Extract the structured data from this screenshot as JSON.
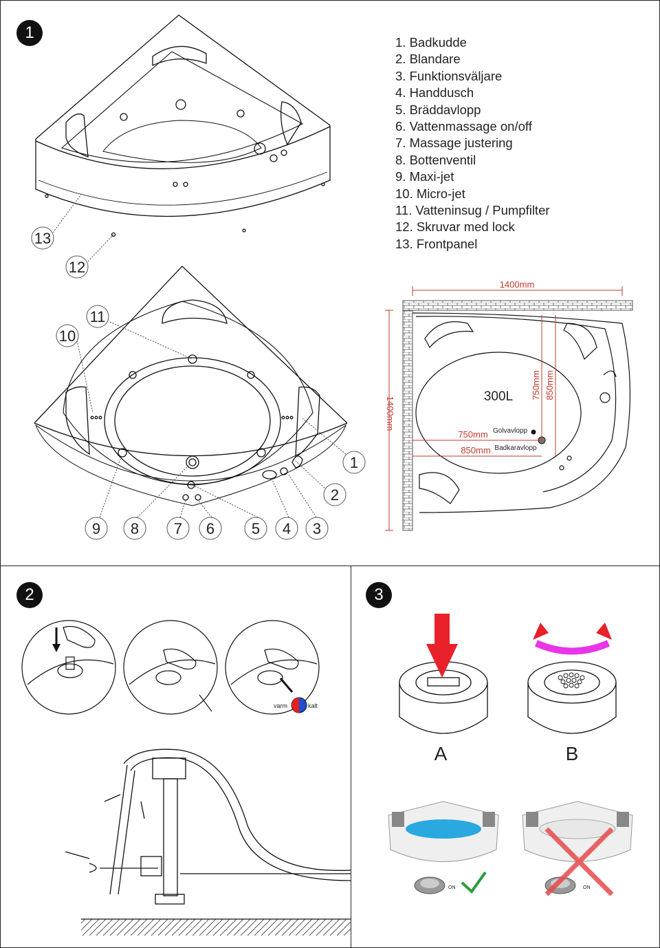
{
  "steps": [
    "1",
    "2",
    "3"
  ],
  "parts_list": [
    "1. Badkudde",
    "2. Blandare",
    "3. Funktionsväljare",
    "4. Handdusch",
    "5. Bräddavlopp",
    "6. Vattenmassage on/off",
    "7. Massage justering",
    "8. Bottenventil",
    "9. Maxi-jet",
    "10. Micro-jet",
    "11. Vatteninsug / Pumpfilter",
    "12. Skruvar med lock",
    "13. Frontpanel"
  ],
  "callouts": {
    "c1": "1",
    "c2": "2",
    "c3": "3",
    "c4": "4",
    "c5": "5",
    "c6": "6",
    "c7": "7",
    "c8": "8",
    "c9": "9",
    "c10": "10",
    "c11": "11",
    "c12": "12",
    "c13": "13"
  },
  "dimensions": {
    "width_top": "1400mm",
    "height_left": "1400mm",
    "volume": "300L",
    "d750_h": "750mm",
    "d850_h": "850mm",
    "d750_v": "750mm",
    "d850_v": "850mm",
    "floor_drain": "Golvavlopp",
    "tub_drain": "Badkaravlopp"
  },
  "mixer": {
    "warm": "varm",
    "cold": "kalt"
  },
  "filter_labels": {
    "a": "A",
    "b": "B"
  },
  "on_labels": {
    "good": "ON",
    "bad": "ON"
  },
  "colors": {
    "arrow_red": "#e8212a",
    "ring_magenta": "#e835e8",
    "water_blue": "#2aa8e0",
    "check_green": "#2a9d3a",
    "cross_red": "#e84a4a",
    "dim_red": "#c0392b",
    "hot": "#e02020",
    "cold": "#1f4fd0"
  }
}
